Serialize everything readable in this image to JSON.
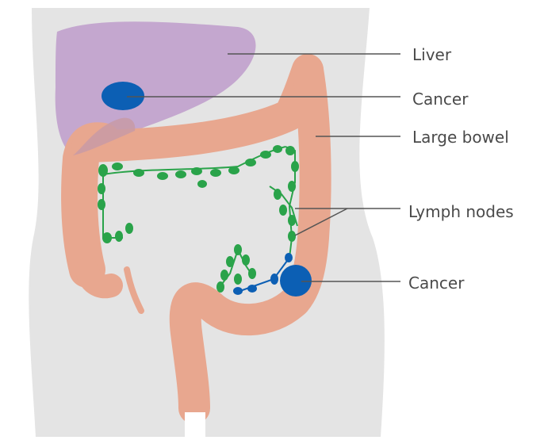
{
  "labels": {
    "liver": "Liver",
    "cancer_liver": "Cancer",
    "large_bowel": "Large bowel",
    "lymph_nodes": "Lymph nodes",
    "cancer_bowel": "Cancer"
  },
  "colors": {
    "body": "#e4e4e4",
    "liver": "#c4a7cf",
    "liver_overlap": "#c89aa6",
    "bowel": "#e8a78f",
    "lymph_green": "#2aa34a",
    "cancer_blue": "#0c5fb4",
    "leader_line": "#555555"
  }
}
